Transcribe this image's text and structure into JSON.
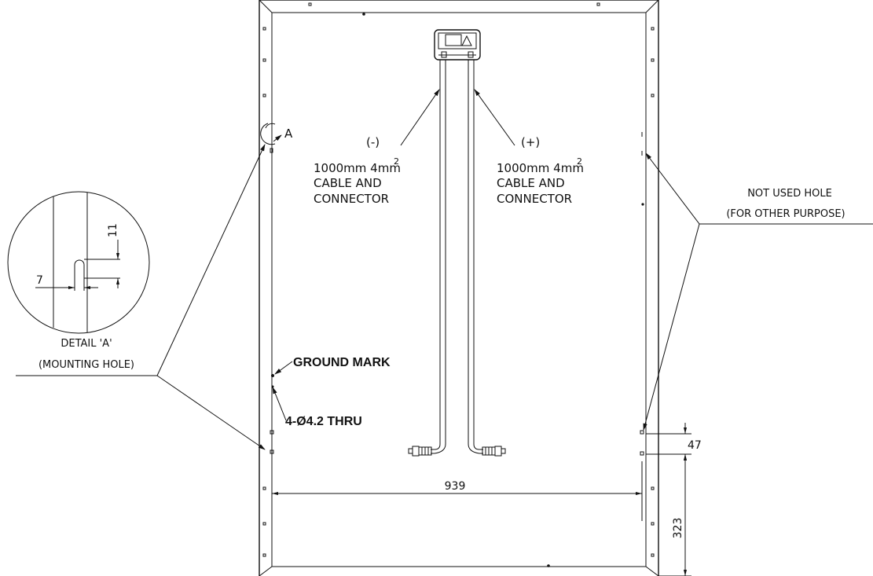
{
  "labels": {
    "neg_polarity": "(-)",
    "pos_polarity": "(+)",
    "cable_spec": "1000mm 4mm",
    "cable_spec_sup": "2",
    "cable_line2": "CABLE AND",
    "cable_line3": "CONNECTOR",
    "detail_marker": "A",
    "detail_title": "DETAIL 'A'",
    "detail_subtitle": "(MOUNTING HOLE)",
    "not_used_hole": "NOT USED HOLE",
    "not_used_purpose": "(FOR OTHER PURPOSE)",
    "ground_mark": "GROUND MARK",
    "thru_holes": "4-Ø4.2 THRU"
  },
  "dimensions": {
    "width_between_holes": "939",
    "hole_spacing": "47",
    "hole_to_edge": "323",
    "detail_slot_width": "7",
    "detail_slot_height": "11"
  }
}
